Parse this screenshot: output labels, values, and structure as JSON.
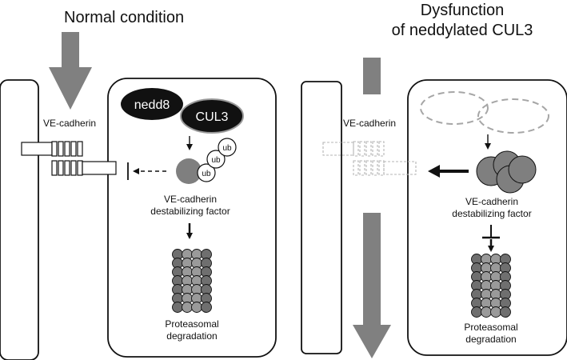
{
  "left_panel": {
    "title": "Normal condition",
    "receptor_label": "VE-cadherin",
    "protein_1": "nedd8",
    "protein_2": "CUL3",
    "ub_tag": "ub",
    "factor_line1": "VE-cadherin",
    "factor_line2": "destabilizing factor",
    "fate_line1": "Proteasomal",
    "fate_line2": "degradation"
  },
  "right_panel": {
    "title_line1": "Dysfunction",
    "title_line2": "of neddylated CUL3",
    "receptor_label": "VE-cadherin",
    "factor_line1": "VE-cadherin",
    "factor_line2": "destabilizing factor",
    "fate_line1": "Proteasomal",
    "fate_line2": "degradation"
  },
  "colors": {
    "arrow_gray": "#808080",
    "protein_dark": "#111111",
    "factor_gray": "#7f7f7f",
    "proteasome_gray": "#8c8c8c",
    "dashed_gray": "#a6a6a6"
  }
}
